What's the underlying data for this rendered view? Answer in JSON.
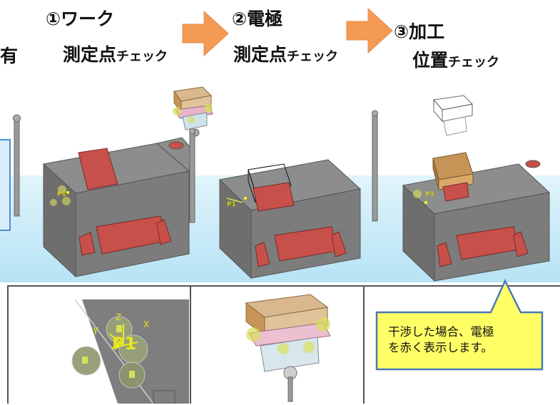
{
  "left_partial_char": "有",
  "steps": [
    {
      "num_title": "①ワーク",
      "title_line2_big": "測定点",
      "title_line2_small": "チェック"
    },
    {
      "num_title": "②電極",
      "title_line2_big": "測定点",
      "title_line2_small": "チェック"
    },
    {
      "num_title": "③加工",
      "title_line2_big": "位置",
      "title_line2_small": "チェック"
    }
  ],
  "callout": {
    "line1": "干渉した場合、電極",
    "line2": "を赤く表示します。"
  },
  "labels": {
    "p1_small": "P1",
    "p1_zoom": "P1",
    "axis_y": "Y",
    "axis_z": "Z",
    "axis_x": "X"
  },
  "colors": {
    "arrow": "#f59a55",
    "band": "#c7ebf8",
    "callout_bg": "#ffff66",
    "callout_border": "#4a7ab8",
    "machine_body": "#7a7a7a",
    "cavity_red": "#c8504a",
    "electrode": "#c69457",
    "probe_yellow": "#d8e05a"
  }
}
